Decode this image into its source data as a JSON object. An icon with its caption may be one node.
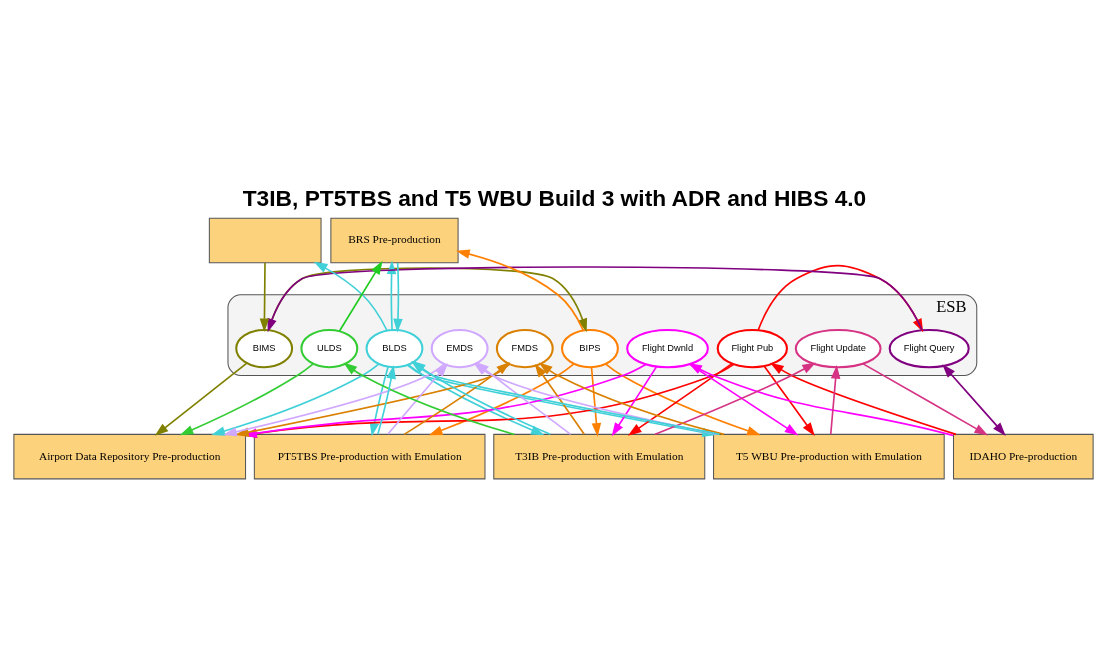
{
  "diagram": {
    "title": "T3IB, PT5TBS and T5 WBU Build 3 with ADR and HIBS 4.0",
    "nodes": [
      {
        "text": [
          "ESB"
        ]
      },
      {
        "text": [
          "BIMS"
        ],
        "in": 0
      },
      {
        "text": [
          "BIPS"
        ],
        "in": 0
      },
      {
        "text": [
          "BLDS"
        ],
        "in": 0
      },
      {
        "text": [
          "Flight Pub"
        ],
        "in": 0
      },
      {
        "text": [
          "Flight Dwnld"
        ],
        "in": 0
      },
      {
        "text": [
          "Flight Update"
        ],
        "in": 0
      },
      {
        "text": [
          "Flight Query"
        ],
        "in": 0
      },
      {
        "text": [
          "FMDS"
        ],
        "in": 0
      },
      {
        "text": [
          "EMDS"
        ],
        "in": 0
      },
      {
        "text": [
          "ULDS"
        ],
        "in": 0
      },
      {
        "text": [],
        "shape": "box"
      },
      {
        "text": [
          "BRS Pre-production"
        ]
      },
      {
        "text": [
          "Airport Data Repository Pre-production"
        ]
      },
      {
        "text": [
          "IDAHO Pre-production"
        ]
      },
      {
        "text": [
          "PT5TBS Pre-production with Emulation"
        ]
      },
      {
        "text": [
          "T3IB Pre-production with Emulation"
        ]
      },
      {
        "text": [
          "T5 WBU Pre-production with Emulation"
        ]
      }
    ],
    "edges": [
      {
        "from": 11,
        "to": 1,
        "arrow": "to",
        "color": "#808000"
      },
      {
        "from": 1,
        "to": 2,
        "arrow": "to",
        "color": "#808000"
      },
      {
        "from": 3,
        "to": 11,
        "arrow": "to",
        "color": "#40d0d8"
      },
      {
        "from": 10,
        "to": 12,
        "arrow": "to",
        "color": "#22cc22"
      },
      {
        "from": 12,
        "to": 3,
        "arrow": "to",
        "color": "#40d0d8"
      },
      {
        "from": 3,
        "to": 12,
        "arrow": "to",
        "color": "#40d0d8"
      },
      {
        "from": 2,
        "to": 12,
        "arrow": "to",
        "color": "#ff8000"
      },
      {
        "from": 7,
        "to": 1,
        "arrow": "to",
        "color": "#800080"
      },
      {
        "from": 4,
        "to": 7,
        "arrow": "to",
        "color": "#ff0000"
      },
      {
        "from": 3,
        "to": 13,
        "arrow": "to",
        "color": "#40d0d8"
      },
      {
        "from": 1,
        "to": 13,
        "arrow": "to",
        "color": "#808000"
      },
      {
        "from": 4,
        "to": 13,
        "arrow": "to",
        "color": "#ff0000"
      },
      {
        "from": 5,
        "to": 13,
        "arrow": "to",
        "color": "#ff00ff"
      },
      {
        "from": 8,
        "to": 13,
        "arrow": "to",
        "color": "#d98000"
      },
      {
        "from": 9,
        "to": 13,
        "arrow": "to",
        "color": "#d0a8ff"
      },
      {
        "from": 10,
        "to": 13,
        "arrow": "to",
        "color": "#33cc33"
      },
      {
        "from": 14,
        "to": 4,
        "arrow": "to",
        "color": "#ff0000"
      },
      {
        "from": 14,
        "to": 5,
        "arrow": "to",
        "color": "#ff00ff"
      },
      {
        "from": 6,
        "to": 14,
        "arrow": "to",
        "color": "#d63384"
      },
      {
        "from": 7,
        "to": 14,
        "arrow": "both",
        "color": "#800080"
      },
      {
        "from": 2,
        "to": 15,
        "arrow": "to",
        "color": "#ff8000"
      },
      {
        "from": 15,
        "to": 3,
        "arrow": "to",
        "color": "#40d0d8"
      },
      {
        "from": 3,
        "to": 15,
        "arrow": "to",
        "color": "#40d0d8"
      },
      {
        "from": 15,
        "to": 8,
        "arrow": "to",
        "color": "#d98000"
      },
      {
        "from": 15,
        "to": 9,
        "arrow": "to",
        "color": "#d0a8ff"
      },
      {
        "from": 2,
        "to": 16,
        "arrow": "to",
        "color": "#ff8000"
      },
      {
        "from": 16,
        "to": 3,
        "arrow": "to",
        "color": "#40d0d8"
      },
      {
        "from": 3,
        "to": 16,
        "arrow": "to",
        "color": "#40d0d8"
      },
      {
        "from": 4,
        "to": 16,
        "arrow": "to",
        "color": "#ff0000"
      },
      {
        "from": 5,
        "to": 16,
        "arrow": "to",
        "color": "#ff00ff"
      },
      {
        "from": 16,
        "to": 6,
        "arrow": "to",
        "color": "#d63384"
      },
      {
        "from": 16,
        "to": 8,
        "arrow": "to",
        "color": "#d98000"
      },
      {
        "from": 16,
        "to": 9,
        "arrow": "to",
        "color": "#d0a8ff"
      },
      {
        "from": 16,
        "to": 10,
        "arrow": "to",
        "color": "#33cc33"
      },
      {
        "from": 2,
        "to": 17,
        "arrow": "to",
        "color": "#ff8000"
      },
      {
        "from": 17,
        "to": 3,
        "arrow": "to",
        "color": "#40d0d8"
      },
      {
        "from": 3,
        "to": 17,
        "arrow": "to",
        "color": "#40d0d8"
      },
      {
        "from": 4,
        "to": 17,
        "arrow": "to",
        "color": "#ff0000"
      },
      {
        "from": 5,
        "to": 17,
        "arrow": "to",
        "color": "#ff00ff"
      },
      {
        "from": 17,
        "to": 6,
        "arrow": "to",
        "color": "#d63384"
      },
      {
        "from": 17,
        "to": 8,
        "arrow": "to",
        "color": "#d98000"
      },
      {
        "from": 17,
        "to": 9,
        "arrow": "to",
        "color": "#d0a8ff"
      }
    ]
  }
}
